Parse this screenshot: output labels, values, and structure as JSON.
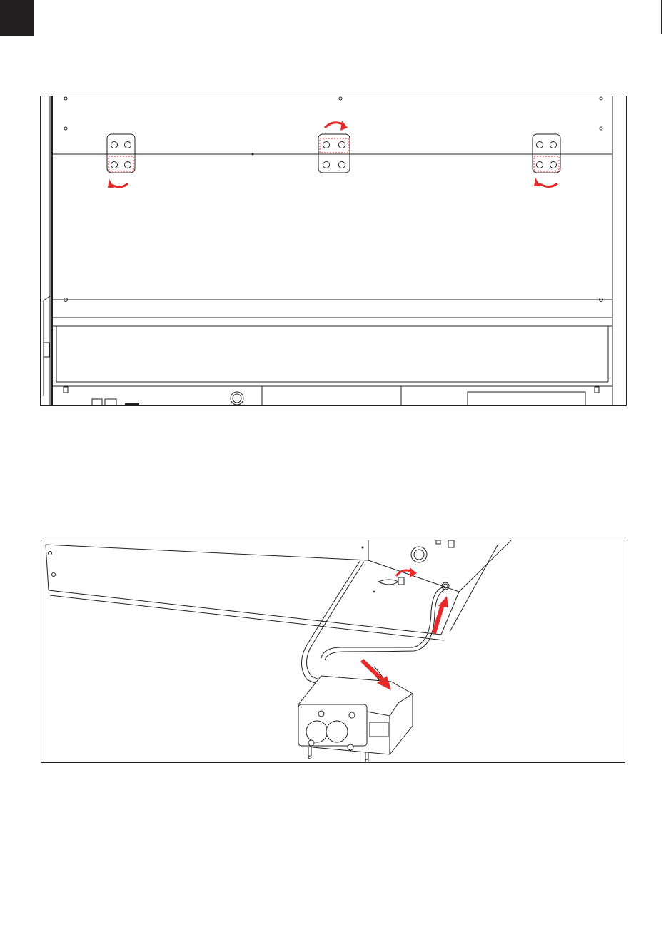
{
  "page": {
    "figures": [
      {
        "id": "fig1",
        "content": "illustration"
      },
      {
        "id": "fig2",
        "content": "illustration"
      }
    ]
  },
  "colors": {
    "line": "#231f20",
    "accent": "#e52a2a",
    "background": "#ffffff"
  },
  "icons": {
    "rotate_ccw": "curved-arrow-counterclockwise-icon",
    "rotate_cw": "curved-arrow-clockwise-icon",
    "direction": "straight-arrow-icon"
  }
}
